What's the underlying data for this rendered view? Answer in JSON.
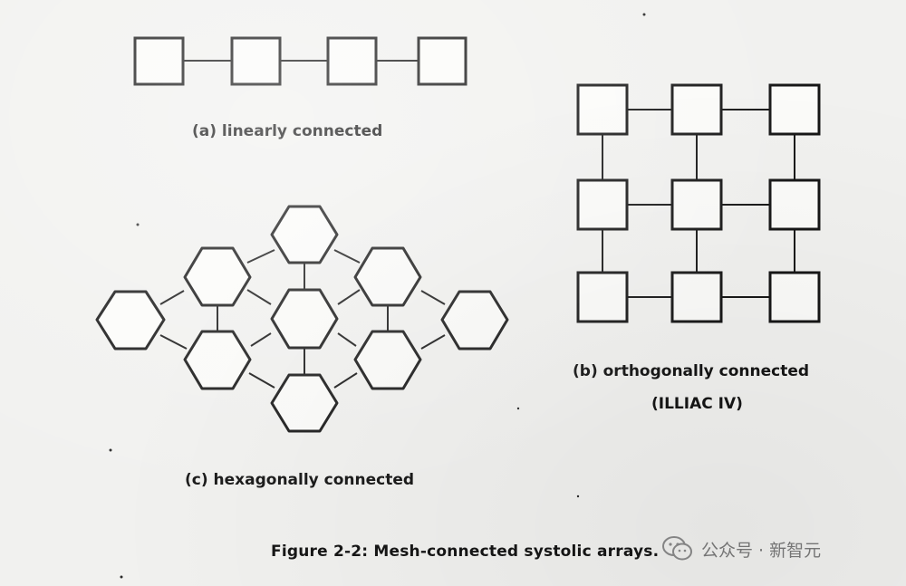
{
  "captions": {
    "a": "(a) linearly connected",
    "b_line1": "(b) orthogonally connected",
    "b_line2": "(ILLIAC IV)",
    "c": "(c) hexagonally connected",
    "figure": "Figure 2-2: Mesh-connected systolic arrays."
  },
  "watermark": {
    "text": "公众号 · 新智元"
  },
  "colors": {
    "ink": "#161616",
    "paper": "#f1f1ef",
    "watermark": "#7a7a7a"
  }
}
